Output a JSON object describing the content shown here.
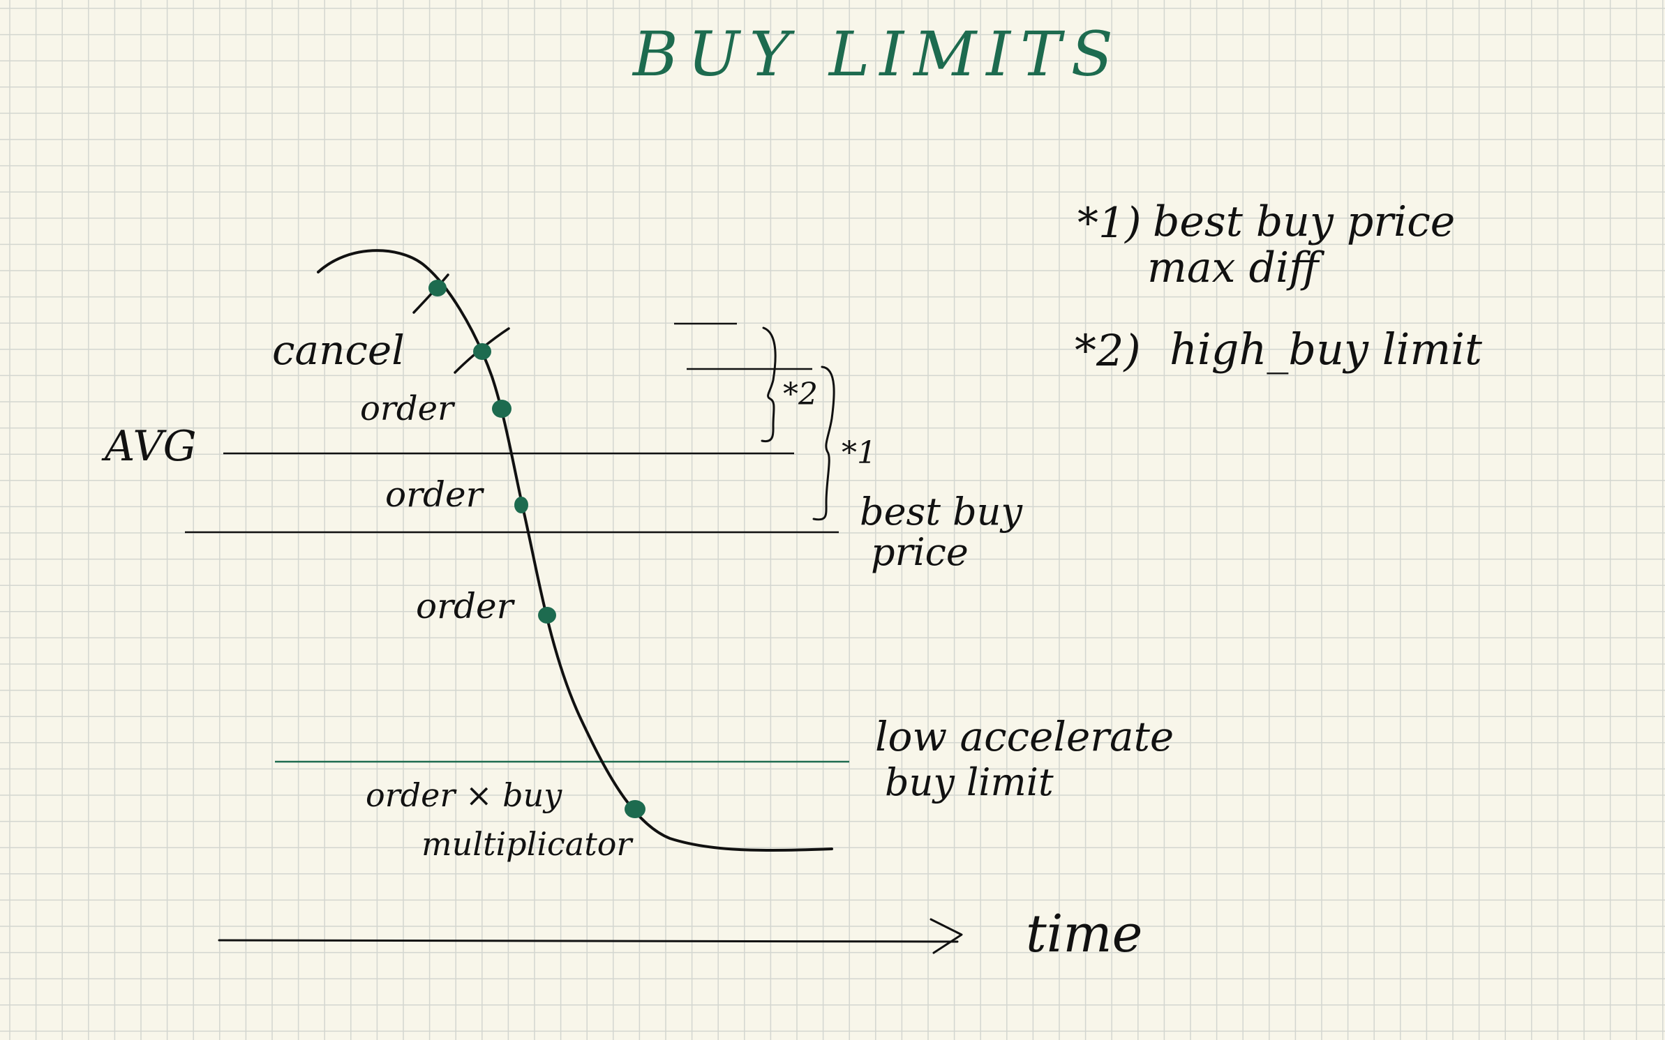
{
  "title": "BUY LIMITS",
  "labels": {
    "cancel": "cancel",
    "order_1": "order",
    "avg": "AVG",
    "order_2": "order",
    "order_3": "order",
    "order_multiplier_1": "order × buy",
    "order_multiplier_2": "multiplicator",
    "best_buy_price_1": "best buy",
    "best_buy_price_2": "price",
    "low_accelerate_1": "low accelerate",
    "low_accelerate_2": "buy limit",
    "time": "time",
    "marker_1": "*1",
    "marker_2": "*2"
  },
  "notes": [
    {
      "marker": "*1)",
      "line1": "best buy price",
      "line2": "max diff"
    },
    {
      "marker": "*2)",
      "line1": "high_buy limit",
      "line2": ""
    }
  ],
  "colors": {
    "paper": "#f8f6ea",
    "grid": "#d3d6d0",
    "ink": "#111111",
    "green": "#1d6b4f"
  }
}
